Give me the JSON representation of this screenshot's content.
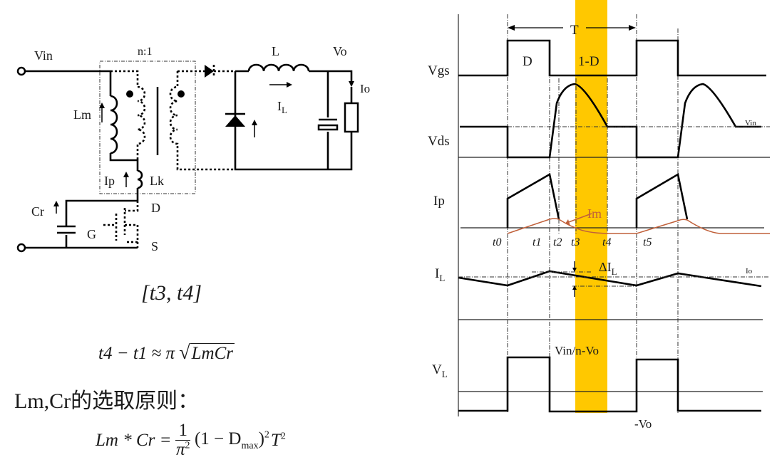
{
  "circuit": {
    "labels": {
      "vin": "Vin",
      "ratio": "n:1",
      "lm": "Lm",
      "ip": "Ip",
      "lk": "Lk",
      "cr": "Cr",
      "g": "G",
      "d": "D",
      "s": "S",
      "l": "L",
      "vo": "Vo",
      "il_main": "I",
      "il_sub": "L",
      "io": "Io"
    }
  },
  "interval": "[t3, t4]",
  "formula1": {
    "lhs": "t4 − t1 ≈ π",
    "radicand": "LmCr"
  },
  "selection_heading": "Lm,Cr的选取原则：",
  "formula2": {
    "lhs": "Lm * Cr =",
    "num": "1",
    "den": "π",
    "den_exp": "2",
    "open": "(1 − D",
    "sub": "max",
    "close": ")",
    "exp": "2",
    "t": "T",
    "t_exp": "2"
  },
  "waveforms": {
    "highlight_color": "#FFC800",
    "im_color": "#C0603A",
    "period_label": "T",
    "duty_label": "D",
    "off_label": "1-D",
    "rows": {
      "vgs": "Vgs",
      "vds": "Vds",
      "ip": "Ip",
      "il_main": "I",
      "il_sub": "L",
      "vl_main": "V",
      "vl_sub": "L"
    },
    "vin_level": "Vin",
    "im_label": "Im",
    "io_level": "Io",
    "delta_il_main": "ΔI",
    "delta_il_sub": "L",
    "vl_high": "Vin/n-Vo",
    "vl_low": "-Vo",
    "time_marks": [
      "t0",
      "t1",
      "t2",
      "t3",
      "t4",
      "t5"
    ]
  }
}
